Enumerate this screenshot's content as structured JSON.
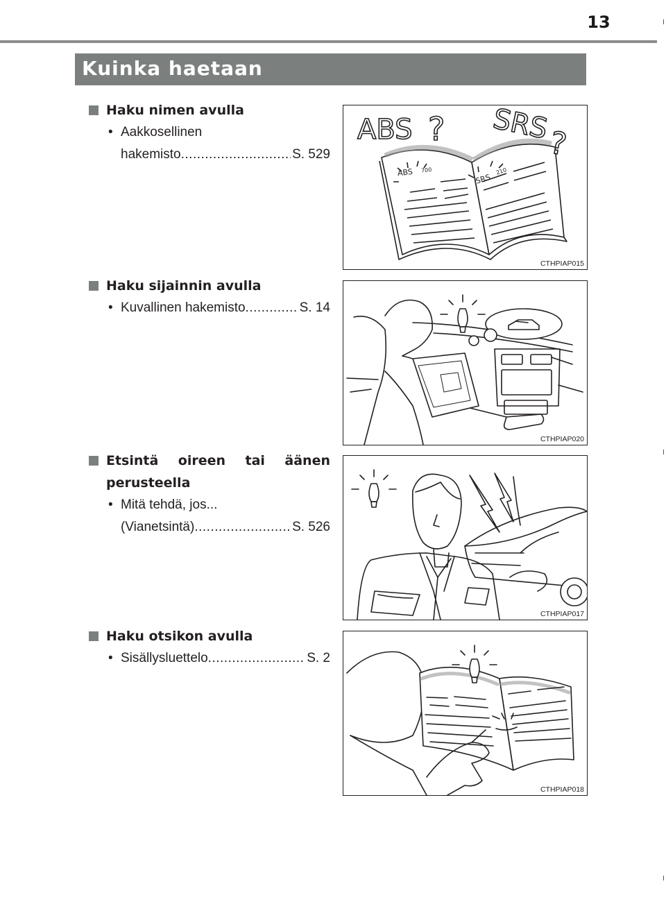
{
  "page_number": "13",
  "section_title": "Kuinka haetaan",
  "items": [
    {
      "heading": "Haku nimen avulla",
      "bullet": "•",
      "line1": "Aakkosellinen",
      "ref_text": "hakemisto",
      "ref_page": "S. 529",
      "figure": {
        "code": "CTHPIAP015",
        "labels": [
          "ABS",
          "?",
          "SRS",
          "?",
          "ABS",
          "700",
          "SRS",
          "210"
        ]
      }
    },
    {
      "heading": "Haku sijainnin avulla",
      "bullet": "•",
      "ref_text": "Kuvallinen hakemisto",
      "ref_page": "S. 14",
      "figure": {
        "code": "CTHPIAP020"
      }
    },
    {
      "heading_line1": "Etsintä oireen tai äänen",
      "heading_line2": "perusteella",
      "bullet": "•",
      "line1": "Mitä tehdä, jos...",
      "ref_text": "(Vianetsintä)",
      "ref_page": "S. 526",
      "figure": {
        "code": "CTHPIAP017"
      }
    },
    {
      "heading": "Haku otsikon avulla",
      "bullet": "•",
      "ref_text": "Sisällysluettelo",
      "ref_page": "S. 2",
      "figure": {
        "code": "CTHPIAP018"
      }
    }
  ],
  "colors": {
    "section_bar": "#7b807f",
    "rule": "#8a8d8c",
    "text": "#231f20"
  }
}
